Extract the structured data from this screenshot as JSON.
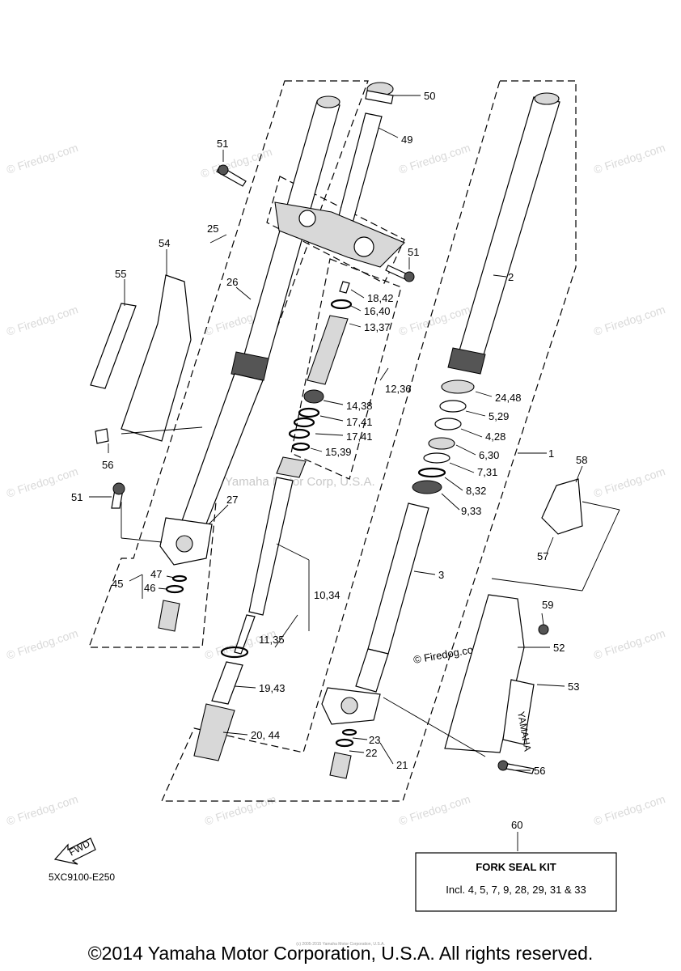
{
  "diagram": {
    "callouts": [
      {
        "id": "c50",
        "text": "50"
      },
      {
        "id": "c49",
        "text": "49"
      },
      {
        "id": "c51a",
        "text": "51"
      },
      {
        "id": "c51b",
        "text": "51"
      },
      {
        "id": "c51c",
        "text": "51"
      },
      {
        "id": "c25",
        "text": "25"
      },
      {
        "id": "c54",
        "text": "54"
      },
      {
        "id": "c55",
        "text": "55"
      },
      {
        "id": "c26",
        "text": "26"
      },
      {
        "id": "c2",
        "text": "2"
      },
      {
        "id": "c18",
        "text": "18,42"
      },
      {
        "id": "c16",
        "text": "16,40"
      },
      {
        "id": "c13",
        "text": "13,37"
      },
      {
        "id": "c12",
        "text": "12,36"
      },
      {
        "id": "c24",
        "text": "24,48"
      },
      {
        "id": "c5",
        "text": "5,29"
      },
      {
        "id": "c14",
        "text": "14,38"
      },
      {
        "id": "c17a",
        "text": "17,41"
      },
      {
        "id": "c17b",
        "text": "17,41"
      },
      {
        "id": "c4",
        "text": "4,28"
      },
      {
        "id": "c15",
        "text": "15,39"
      },
      {
        "id": "c6",
        "text": "6,30"
      },
      {
        "id": "c1",
        "text": "1"
      },
      {
        "id": "c56a",
        "text": "56"
      },
      {
        "id": "c7",
        "text": "7,31"
      },
      {
        "id": "c58",
        "text": "58"
      },
      {
        "id": "c8",
        "text": "8,32"
      },
      {
        "id": "c27",
        "text": "27"
      },
      {
        "id": "c9",
        "text": "9,33"
      },
      {
        "id": "c57",
        "text": "57"
      },
      {
        "id": "c3",
        "text": "3"
      },
      {
        "id": "c47",
        "text": "47"
      },
      {
        "id": "c45",
        "text": "45"
      },
      {
        "id": "c46",
        "text": "46"
      },
      {
        "id": "c10",
        "text": "10,34"
      },
      {
        "id": "c59",
        "text": "59"
      },
      {
        "id": "c11",
        "text": "11,35"
      },
      {
        "id": "c52",
        "text": "52"
      },
      {
        "id": "c19",
        "text": "19,43"
      },
      {
        "id": "c53",
        "text": "53"
      },
      {
        "id": "c20",
        "text": "20, 44"
      },
      {
        "id": "c23",
        "text": "23"
      },
      {
        "id": "c22",
        "text": "22"
      },
      {
        "id": "c21",
        "text": "21"
      },
      {
        "id": "c56b",
        "text": "56"
      },
      {
        "id": "c60",
        "text": "60"
      }
    ],
    "fwd_label": "FWD",
    "drawing_code": "5XC9100-E250",
    "brand_decal": "YAMAHA",
    "kit": {
      "title": "FORK SEAL KIT",
      "contents": "Incl. 4, 5, 7, 9, 28, 29, 31 & 33"
    },
    "watermarks": {
      "firedog": "© Firedog.com",
      "yamaha": "Yamaha Motor Corp, U.S.A."
    },
    "copyright": "©2014 Yamaha Motor Corporation, U.S.A. All rights reserved.",
    "fine_print": "(c) 2005-2015 Yamaha Motor Corporation, U.S.A."
  }
}
